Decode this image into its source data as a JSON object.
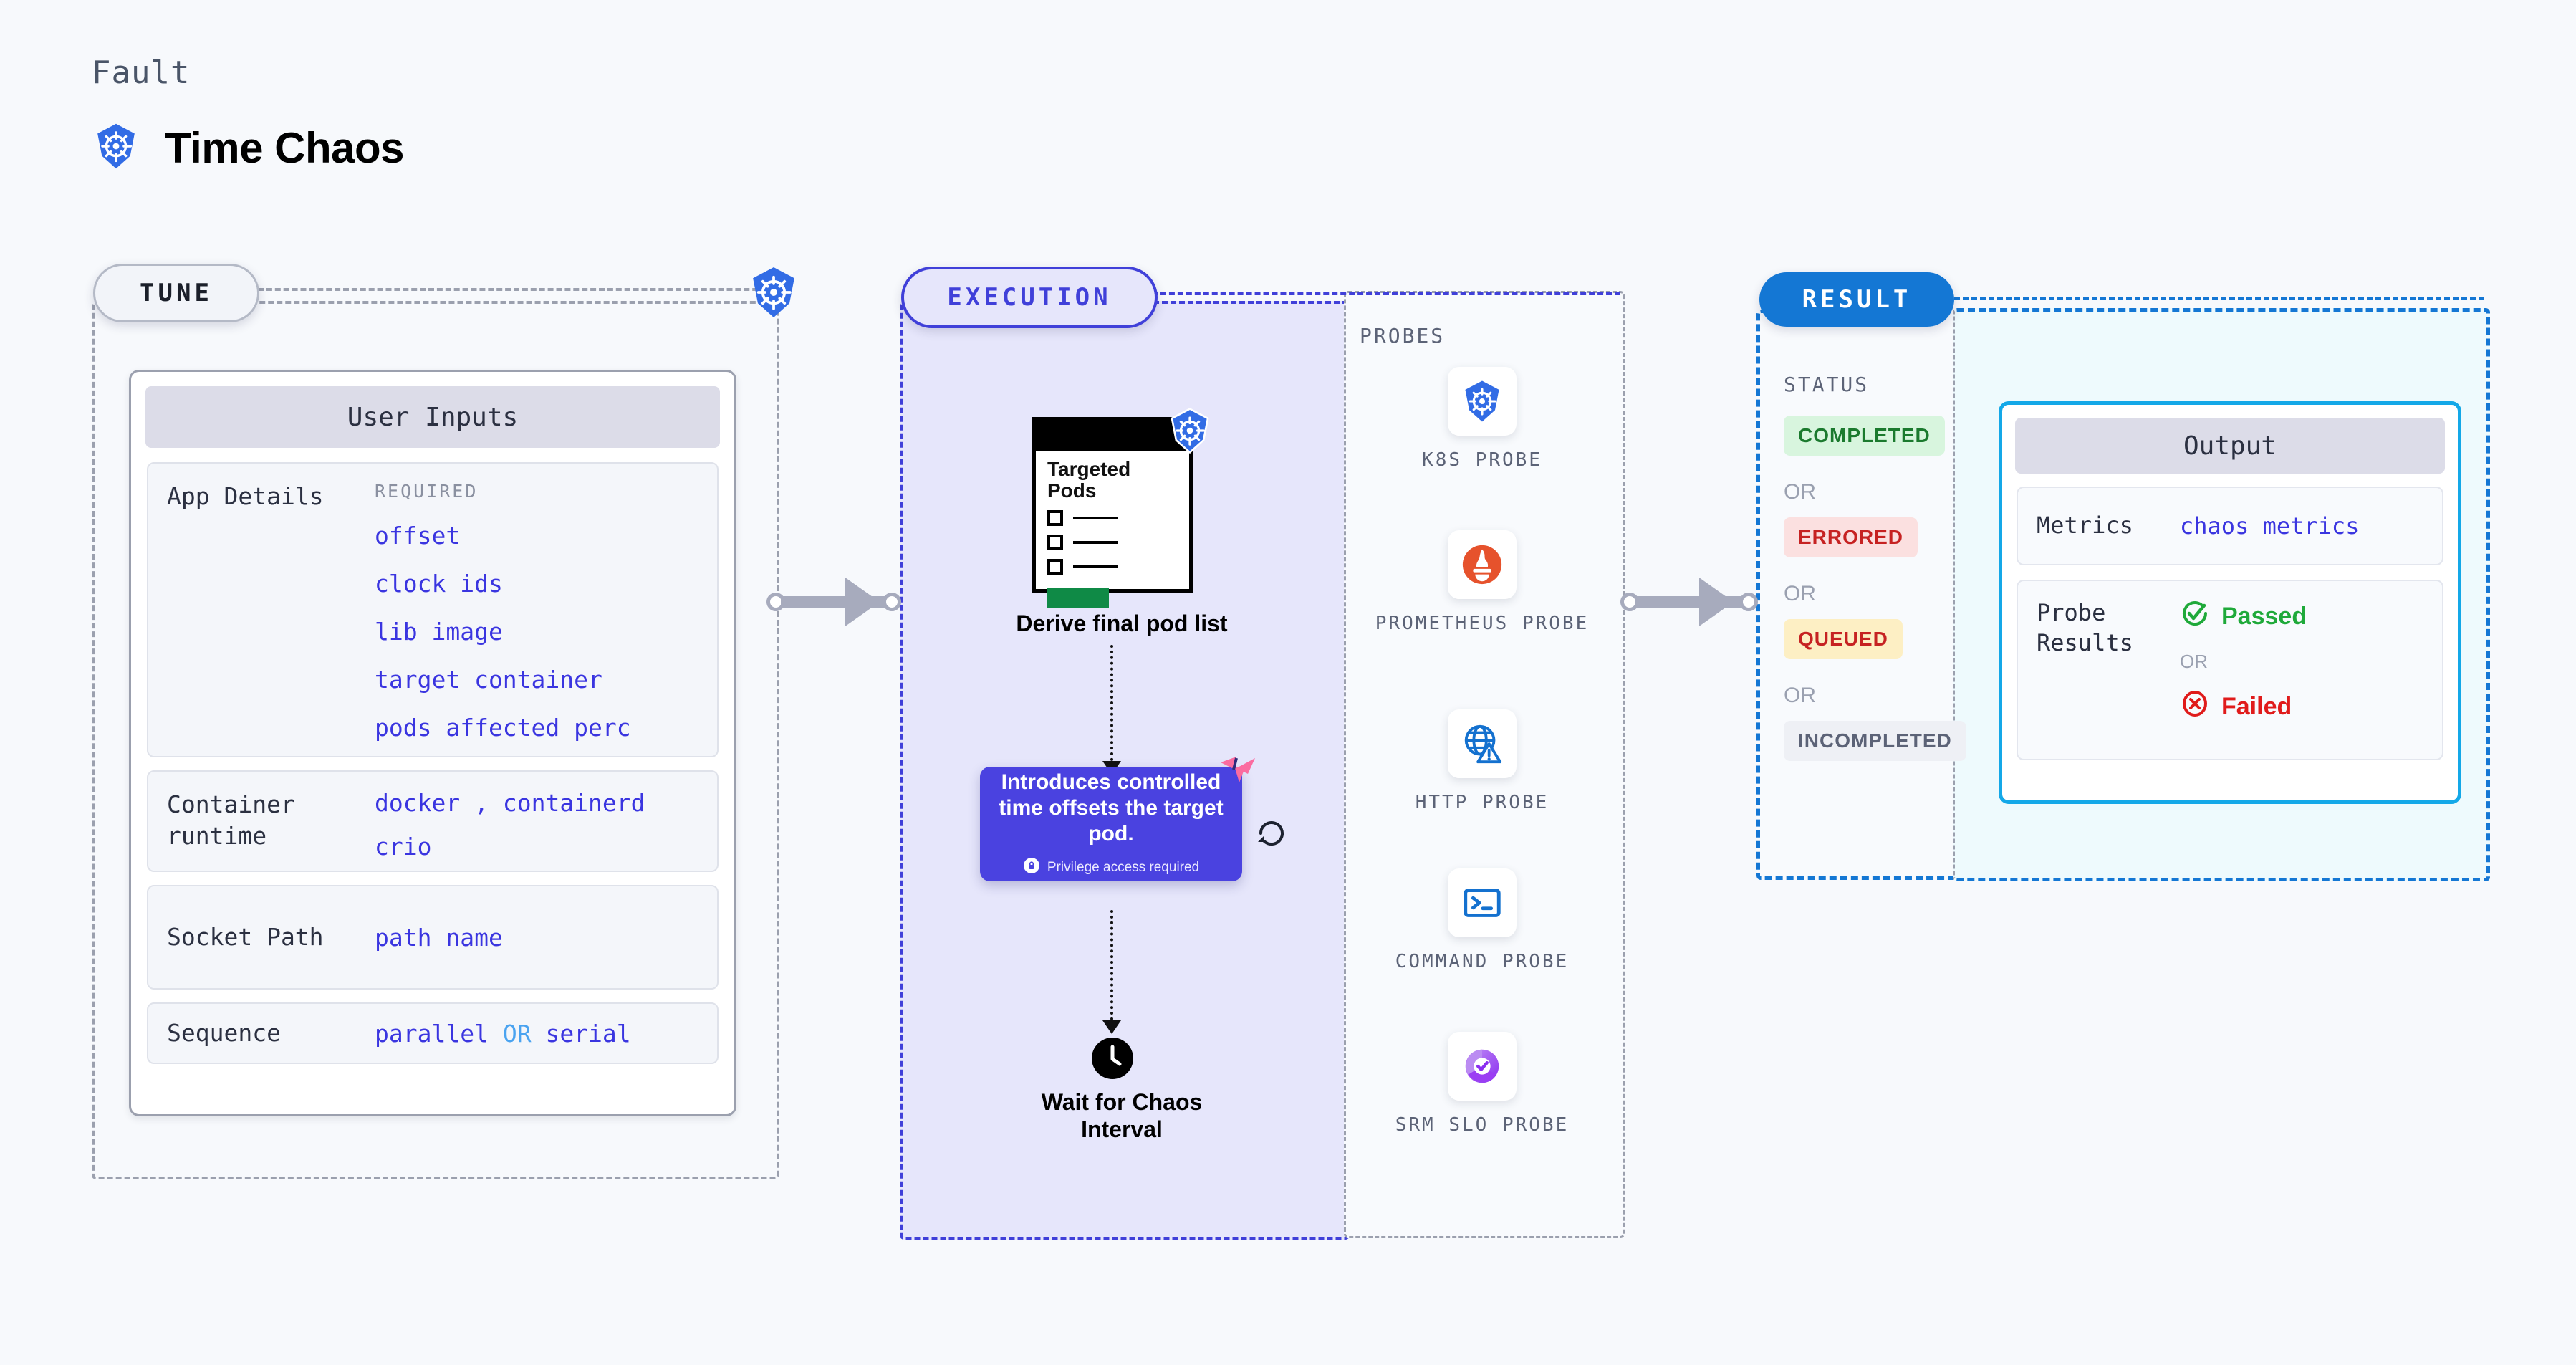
{
  "header": {
    "eyebrow": "Fault",
    "title": "Time Chaos",
    "logo_icon": "kubernetes-icon"
  },
  "stages": {
    "tune": {
      "label": "TUNE"
    },
    "execution": {
      "label": "EXECUTION"
    },
    "result": {
      "label": "RESULT"
    }
  },
  "tune": {
    "card_title": "User Inputs",
    "rows": [
      {
        "label": "App Details",
        "required_label": "REQUIRED",
        "values": [
          "offset",
          "clock ids",
          "lib image",
          "target container",
          "pods affected perc"
        ]
      },
      {
        "label": "Container runtime",
        "value_line1_a": "docker",
        "value_line1_sep": ",",
        "value_line1_b": "containerd",
        "value_line2": "crio"
      },
      {
        "label": "Socket Path",
        "value": "path name"
      },
      {
        "label": "Sequence",
        "value_a": "parallel",
        "value_or": "OR",
        "value_b": "serial"
      }
    ]
  },
  "execution": {
    "pods_card": {
      "title_line1": "Targeted",
      "title_line2": "Pods",
      "checkbox_count": 3,
      "logo_icon": "kubernetes-icon"
    },
    "derive_label": "Derive final pod list",
    "description": {
      "text": "Introduces controlled time offsets the target pod.",
      "privilege_note": "Privilege access required",
      "lock_icon": "lock-icon",
      "ribbon_icon": "ribbon-icon",
      "loop_icon": "loop-icon",
      "bg_color": "#4a42e0"
    },
    "wait": {
      "icon": "clock-icon",
      "label_line1": "Wait for Chaos",
      "label_line2": "Interval"
    }
  },
  "probes": {
    "title": "PROBES",
    "items": [
      {
        "label": "K8S PROBE",
        "icon": "kubernetes-icon"
      },
      {
        "label": "PROMETHEUS PROBE",
        "icon": "prometheus-icon"
      },
      {
        "label": "HTTP PROBE",
        "icon": "globe-warning-icon"
      },
      {
        "label": "COMMAND PROBE",
        "icon": "terminal-icon"
      },
      {
        "label": "SRM SLO PROBE",
        "icon": "slo-donut-check-icon"
      }
    ]
  },
  "result": {
    "status_title": "STATUS",
    "or_label": "OR",
    "badges": [
      {
        "label": "COMPLETED",
        "color": "#1b7a2e",
        "bg": "#d8f5de"
      },
      {
        "label": "ERRORED",
        "color": "#c62222",
        "bg": "#fbe0e0"
      },
      {
        "label": "QUEUED",
        "color": "#c62222",
        "bg": "#fdefc4"
      },
      {
        "label": "INCOMPLETED",
        "color": "#5c6377",
        "bg": "#eef0f5"
      }
    ]
  },
  "output": {
    "card_title": "Output",
    "metrics": {
      "label": "Metrics",
      "value": "chaos metrics"
    },
    "probe_results": {
      "label_line1": "Probe",
      "label_line2": "Results",
      "passed": "Passed",
      "or_label": "OR",
      "failed": "Failed",
      "pass_icon": "check-circle-icon",
      "fail_icon": "x-circle-icon"
    }
  }
}
